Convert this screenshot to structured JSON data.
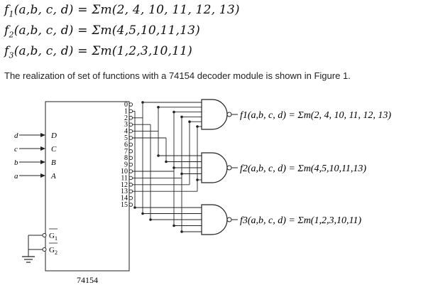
{
  "equations": [
    {
      "name": "f",
      "sub": "1",
      "text": "(a,b, c, d) = Σm(2, 4, 10, 11, 12, 13)"
    },
    {
      "name": "f",
      "sub": "2",
      "text": "(a,b, c, d) = Σm(4,5,10,11,13)"
    },
    {
      "name": "f",
      "sub": "3",
      "text": "(a,b, c, d) = Σm(1,2,3,10,11)"
    }
  ],
  "sentence": "The realization of set of functions with a 74154 decoder module is shown in Figure 1.",
  "decoder": {
    "part": "74154",
    "inputs": [
      {
        "signal": "d",
        "pin": "D"
      },
      {
        "signal": "c",
        "pin": "C"
      },
      {
        "signal": "b",
        "pin": "B"
      },
      {
        "signal": "a",
        "pin": "A"
      }
    ],
    "enables": [
      "G1",
      "G2"
    ],
    "outputs": [
      "0",
      "1",
      "2",
      "3",
      "4",
      "5",
      "6",
      "7",
      "8",
      "9",
      "10",
      "11",
      "12",
      "13",
      "14",
      "15"
    ]
  },
  "gates": [
    {
      "label": "f1(a,b, c, d) = Σm(2, 4, 10, 11, 12, 13)",
      "minterms": [
        2,
        4,
        10,
        11,
        12,
        13
      ]
    },
    {
      "label": "f2(a,b, c, d) = Σm(4,5,10,11,13)",
      "minterms": [
        4,
        5,
        10,
        11,
        13
      ]
    },
    {
      "label": "f3(a,b, c, d) = Σm(1,2,3,10,11)",
      "minterms": [
        1,
        2,
        3,
        10,
        11
      ]
    }
  ]
}
